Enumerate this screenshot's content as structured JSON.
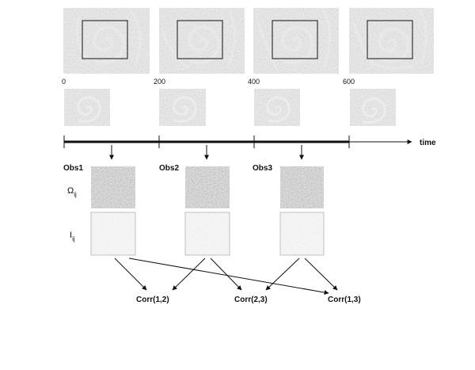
{
  "time_axis": {
    "label": "time",
    "ticks": [
      "0",
      "200",
      "400",
      "600"
    ]
  },
  "observations": [
    "Obs1",
    "Obs2",
    "Obs3"
  ],
  "row_labels": {
    "omega": "Ω",
    "omega_sub": "ij",
    "intensity": "I",
    "intensity_sub": "ij"
  },
  "correlations": [
    "Corr(1,2)",
    "Corr(2,3)",
    "Corr(1,3)"
  ]
}
